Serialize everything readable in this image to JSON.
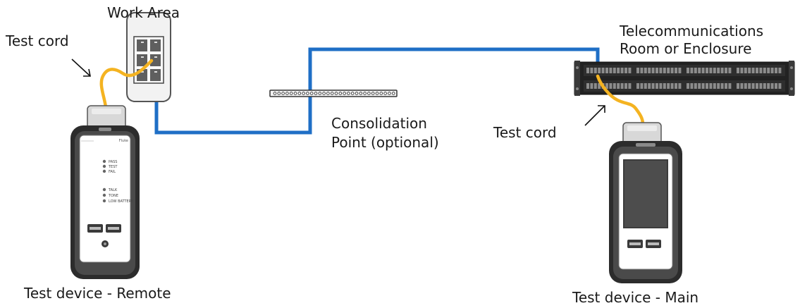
{
  "labels": {
    "work_area": "Work Area",
    "test_cord_left": "Test cord",
    "telecom_line1": "Telecommunications",
    "telecom_line2": "Room or Enclosure",
    "consolidation_line1": "Consolidation",
    "consolidation_line2": "Point (optional)",
    "test_cord_right": "Test cord",
    "remote_device": "Test device - Remote",
    "main_device": "Test device - Main"
  },
  "remote_panel": {
    "group1": [
      "PASS",
      "TEST",
      "FAIL"
    ],
    "group2": [
      "TALK",
      "TONE",
      "LOW BATTERY"
    ],
    "brand": "Fluke"
  },
  "colors": {
    "link_cable": "#1f6fc6",
    "test_cord": "#f4b321",
    "device_body": "#2c2c2c",
    "patch_panel": "#222222"
  }
}
